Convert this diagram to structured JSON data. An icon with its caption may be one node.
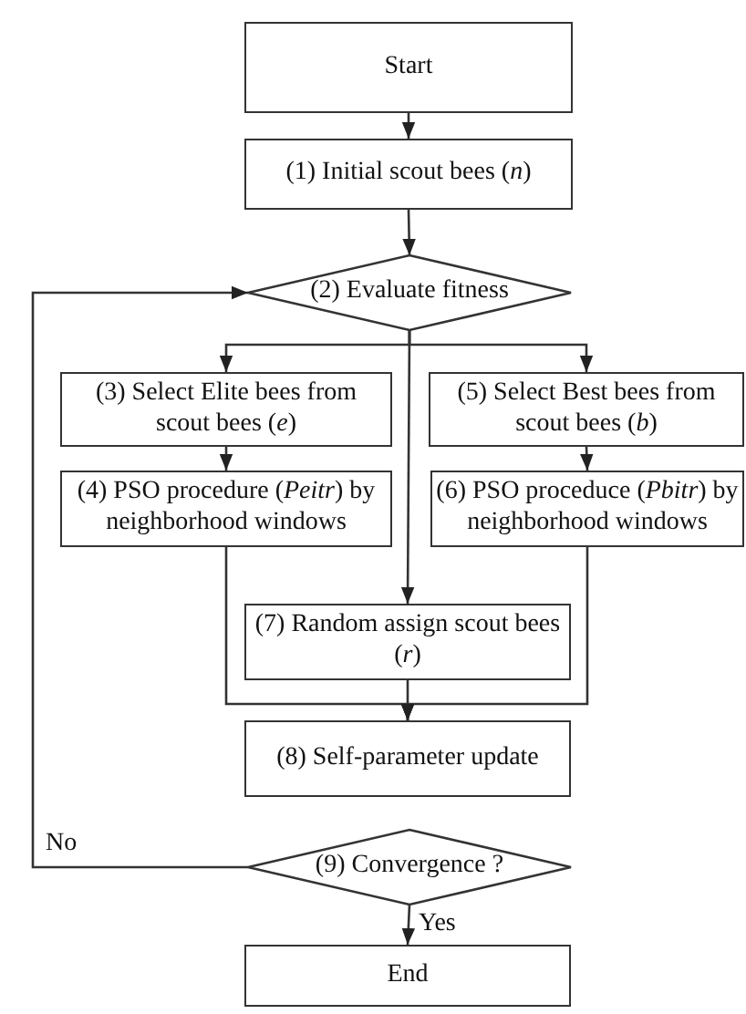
{
  "diagram": {
    "nodes": [
      {
        "text": [
          "Start"
        ]
      },
      {
        "text": [
          "(1) Initial scout bees (*n*)"
        ]
      },
      {
        "text": [
          "(2) Evaluate fitness"
        ]
      },
      {
        "text": [
          "(3) Select Elite bees from scout bees (*e*)"
        ]
      },
      {
        "text": [
          "(4) PSO procedure (*Peitr*) by neighborhood windows"
        ]
      },
      {
        "text": [
          "(5) Select Best bees from scout bees (*b*)"
        ]
      },
      {
        "text": [
          "(6) PSO proceduce (*Pbitr*) by neighborhood windows"
        ]
      },
      {
        "text": [
          "(7) Random assign scout bees (*r*)"
        ]
      },
      {
        "text": [
          "(8) Self-parameter update"
        ]
      },
      {
        "text": [
          "(9) Convergence ?"
        ]
      },
      {
        "text": [
          "End"
        ]
      }
    ],
    "edges": [
      {
        "from": 0,
        "to": 1,
        "arrow": "to"
      },
      {
        "from": 1,
        "to": 2,
        "arrow": "to"
      },
      {
        "from": 2,
        "to": 3,
        "arrow": "to"
      },
      {
        "from": 2,
        "to": 5,
        "arrow": "to"
      },
      {
        "from": 2,
        "to": 7,
        "arrow": "to"
      },
      {
        "from": 3,
        "to": 4,
        "arrow": "to"
      },
      {
        "from": 5,
        "to": 6,
        "arrow": "to"
      },
      {
        "from": 4,
        "to": 8,
        "arrow": "to"
      },
      {
        "from": 7,
        "to": 8,
        "arrow": "to"
      },
      {
        "from": 6,
        "to": 8,
        "arrow": "to"
      },
      {
        "from": 9,
        "to": 10,
        "label": "Yes",
        "arrow": "to"
      },
      {
        "from": 9,
        "to": 2,
        "label": "No",
        "arrow": "to"
      }
    ]
  }
}
